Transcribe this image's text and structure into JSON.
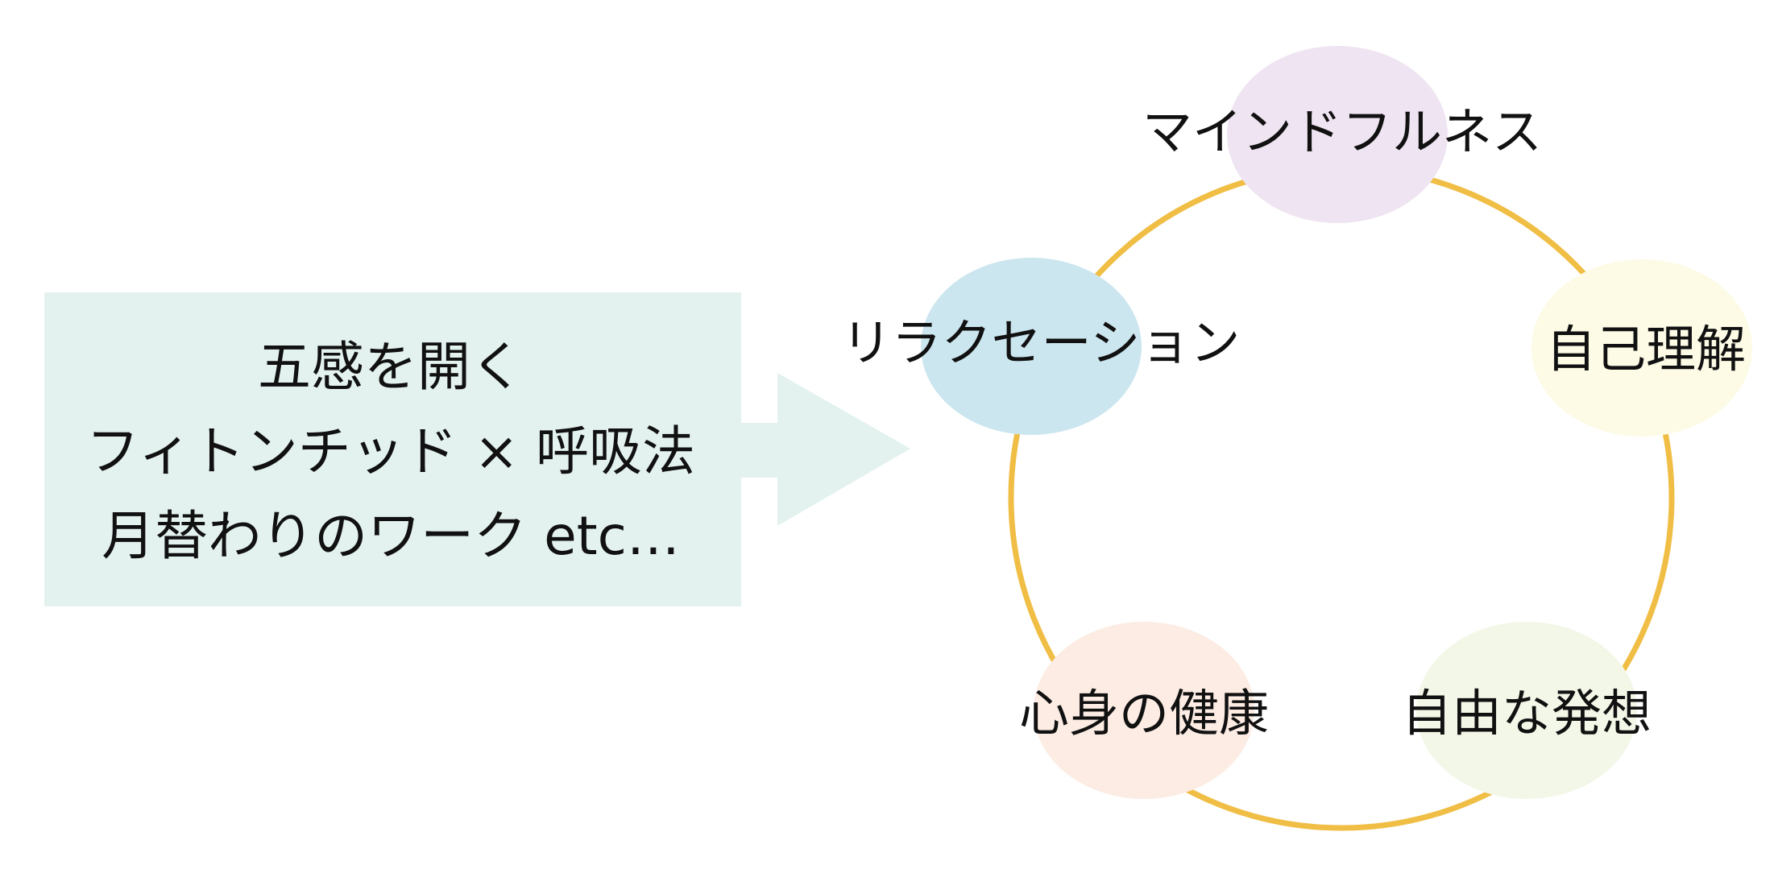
{
  "input_box": {
    "lines": [
      "五感を開く",
      "フィトンチッド × 呼吸法",
      "月替わりのワーク etc…"
    ]
  },
  "cycle": {
    "nodes": [
      {
        "id": "mindfulness",
        "label": "マインドフルネス",
        "color": "#efe4f1"
      },
      {
        "id": "self-understanding",
        "label": "自己理解",
        "color": "#fdfbe6"
      },
      {
        "id": "free-thinking",
        "label": "自由な発想",
        "color": "#f3f7e8"
      },
      {
        "id": "mind-body-health",
        "label": "心身の健康",
        "color": "#fcece3"
      },
      {
        "id": "relaxation",
        "label": "リラクセーション",
        "color": "#cce6ef"
      }
    ]
  },
  "colors": {
    "box_fill": "#e3f2ef",
    "arrow_fill": "#e3f2ef",
    "ring_stroke": "#f0be45",
    "text": "#111111"
  }
}
